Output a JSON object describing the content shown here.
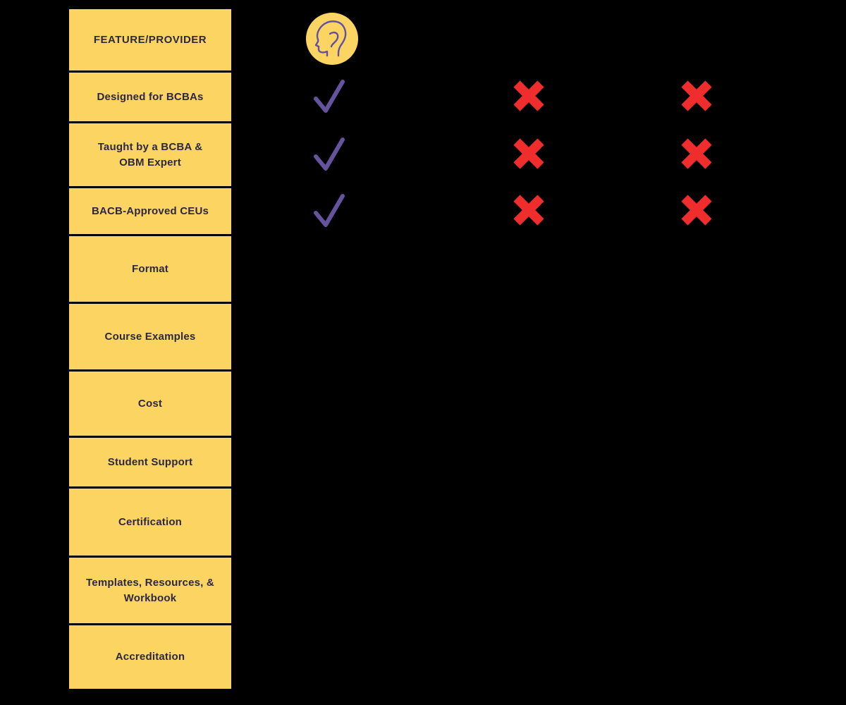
{
  "title_cell": "FEATURE/PROVIDER",
  "rows": [
    {
      "label": "Designed for BCBAs",
      "marks": [
        "check",
        "cross",
        "cross"
      ]
    },
    {
      "label": "Taught by a BCBA & OBM Expert",
      "marks": [
        "check",
        "cross",
        "cross"
      ]
    },
    {
      "label": "BACB-Approved CEUs",
      "marks": [
        "check",
        "cross",
        "cross"
      ]
    },
    {
      "label": "Format",
      "marks": []
    },
    {
      "label": "Course Examples",
      "marks": []
    },
    {
      "label": "Cost",
      "marks": []
    },
    {
      "label": "Student Support",
      "marks": []
    },
    {
      "label": "Certification",
      "marks": []
    },
    {
      "label": "Templates, Resources, & Workbook",
      "marks": []
    },
    {
      "label": "Accreditation",
      "marks": []
    }
  ],
  "icons": {
    "provider_avatar": "head-with-ear-icon",
    "yes_mark": "check-icon",
    "no_mark": "cross-icon"
  },
  "colors": {
    "cell_bg": "#FCD462",
    "check": "#65539E",
    "cross": "#F02D2D",
    "background": "#000000",
    "text": "#2B2840"
  }
}
